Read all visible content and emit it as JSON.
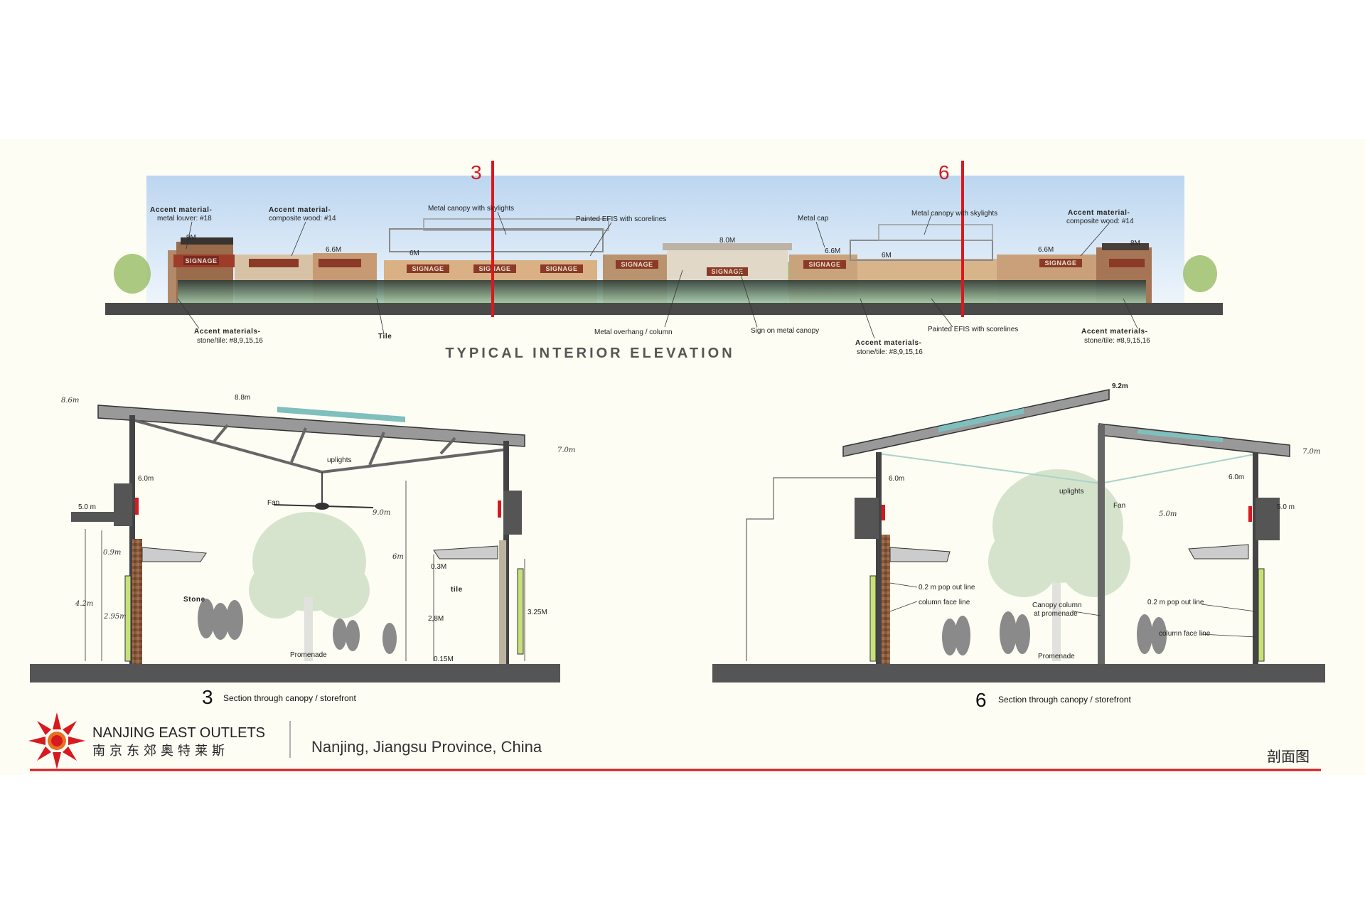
{
  "elevation": {
    "title": "TYPICAL INTERIOR ELEVATION",
    "cut_lines": [
      "3",
      "6"
    ],
    "annotations": [
      {
        "line1": "Accent material-",
        "line2": "metal louver: #18"
      },
      {
        "line1": "Accent material-",
        "line2": "composite wood: #14"
      },
      {
        "line1": "Metal canopy with skylights"
      },
      {
        "line1": "Painted EFIS with scorelines"
      },
      {
        "line1": "Metal cap"
      },
      {
        "line1": "Metal canopy with skylights"
      },
      {
        "line1": "Accent material-",
        "line2": "composite wood: #14"
      },
      {
        "line1": "Accent materials-",
        "line2": "stone/tile: #8,9,15,16"
      },
      {
        "line1": "Tile"
      },
      {
        "line1": "Metal overhang / column"
      },
      {
        "line1": "Sign on metal canopy"
      },
      {
        "line1": "Accent materials-",
        "line2": "stone/tile: #8,9,15,16"
      },
      {
        "line1": "Painted EFIS with scorelines"
      },
      {
        "line1": "Accent materials-",
        "line2": "stone/tile: #8,9,15,16"
      }
    ],
    "heights": [
      "9M",
      "6.6M",
      "6M",
      "8.0M",
      "6.6M",
      "6M",
      "6.6M",
      "8M"
    ],
    "sign_text": "SIGNAGE"
  },
  "section3": {
    "number": "3",
    "caption": "Section through canopy  / storefront",
    "dims": [
      "8.6m",
      "8.8m",
      "7.0m",
      "6.0m",
      "5.0 m",
      "9.0m",
      "6m",
      "0.9m",
      "4.2m",
      "2.95m",
      "0.3M",
      "2,8M",
      "3.25M",
      "0.15M"
    ],
    "labels": [
      "uplights",
      "Fan",
      "Stone",
      "tile",
      "Promenade"
    ]
  },
  "section6": {
    "number": "6",
    "caption": "Section through canopy  / storefront",
    "dims": [
      "9.2m",
      "7.0m",
      "6.0m",
      "6.0m",
      "5.0 m",
      "5.0m"
    ],
    "labels": [
      "uplights",
      "Fan",
      "0.2 m pop out line",
      "column face line",
      "Canopy column",
      "at promenade",
      "Promenade",
      "0.2 m pop out line",
      "column face line"
    ]
  },
  "footer": {
    "brand_en": "NANJING EAST OUTLETS",
    "brand_cn": "南京东郊奥特莱斯",
    "location": "Nanjing, Jiangsu Province, China",
    "sheet_title": "剖面图"
  },
  "colors": {
    "accent_red": "#d71920",
    "sky": "#cfe2f5",
    "ground": "#555555"
  }
}
